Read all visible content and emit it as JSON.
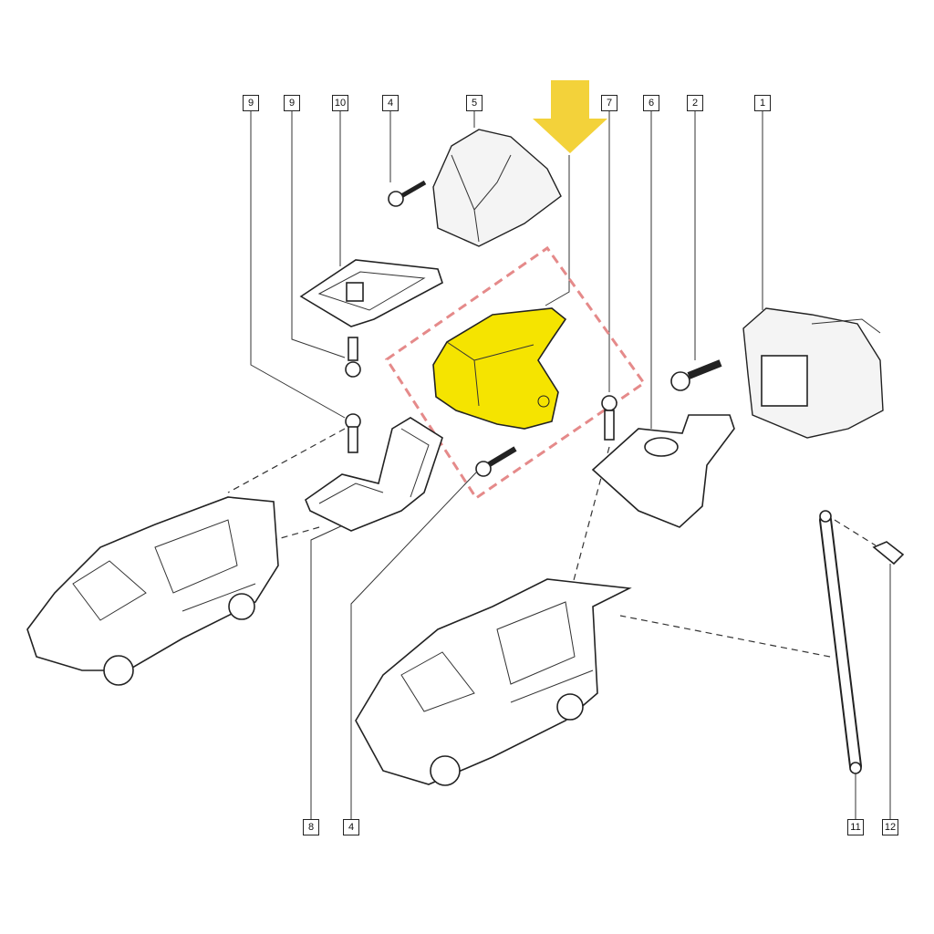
{
  "diagram": {
    "callouts_top": [
      "9",
      "9",
      "10",
      "4",
      "5",
      "7",
      "6",
      "2",
      "1"
    ],
    "callouts_bottom": [
      "8",
      "4",
      "11",
      "12"
    ],
    "highlight_color": "#f5e400",
    "arrow_color": "#f3d23a",
    "selection_box_color": "#e58a8a"
  }
}
